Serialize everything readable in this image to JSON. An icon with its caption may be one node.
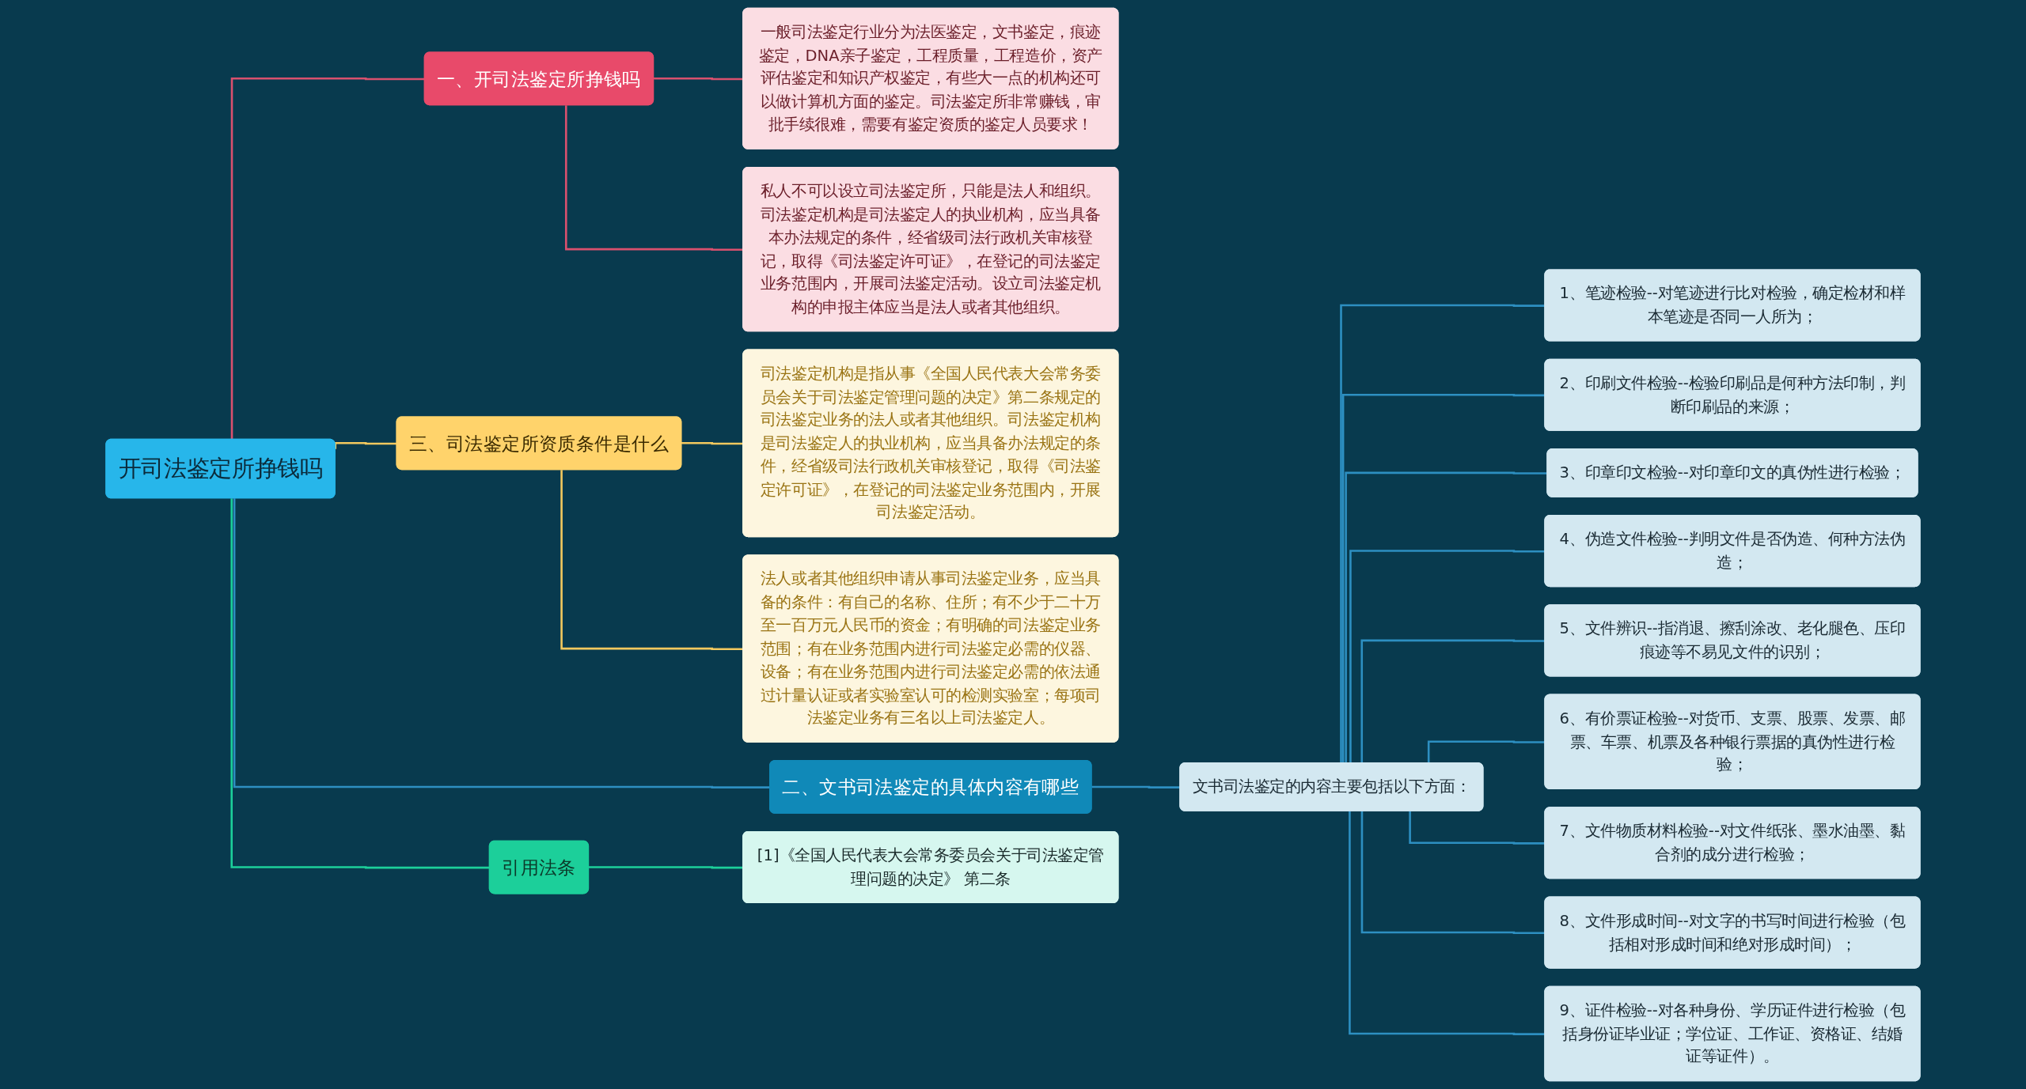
{
  "diagram": {
    "nodes": [
      {
        "text": [
          "开司法鉴定所挣钱吗"
        ]
      },
      {
        "text": [
          "一、开司法鉴定所挣钱吗"
        ]
      },
      {
        "text": [
          "一般司法鉴定行业分为法医鉴定，文书鉴定，痕迹鉴定，DNA亲子鉴定，工程质量，工程造价，资产评估鉴定和知识产权鉴定，有些大一点的机构还可以做计算机方面的鉴定。司法鉴定所非常赚钱，审批手续很难，需要有鉴定资质的鉴定人员要求！"
        ]
      },
      {
        "text": [
          "私人不可以设立司法鉴定所，只能是法人和组织。司法鉴定机构是司法鉴定人的执业机构，应当具备本办法规定的条件，经省级司法行政机关审核登记，取得《司法鉴定许可证》，在登记的司法鉴定业务范围内，开展司法鉴定活动。设立司法鉴定机构的申报主体应当是法人或者其他组织。"
        ]
      },
      {
        "text": [
          "三、司法鉴定所资质条件是什么"
        ]
      },
      {
        "text": [
          "司法鉴定机构是指从事《全国人民代表大会常务委员会关于司法鉴定管理问题的决定》第二条规定的司法鉴定业务的法人或者其他组织。司法鉴定机构是司法鉴定人的执业机构，应当具备办法规定的条件，经省级司法行政机关审核登记，取得《司法鉴定许可证》，在登记的司法鉴定业务范围内，开展司法鉴定活动。"
        ]
      },
      {
        "text": [
          "法人或者其他组织申请从事司法鉴定业务，应当具备的条件：有自己的名称、住所；有不少于二十万至一百万元人民币的资金；有明确的司法鉴定业务范围；有在业务范围内进行司法鉴定必需的仪器、设备；有在业务范围内进行司法鉴定必需的依法通过计量认证或者实验室认可的检测实验室；每项司法鉴定业务有三名以上司法鉴定人。"
        ]
      },
      {
        "text": [
          "二、文书司法鉴定的具体内容有哪些"
        ]
      },
      {
        "text": [
          "文书司法鉴定的内容主要包括以下方面："
        ]
      },
      {
        "text": [
          "1、笔迹检验--对笔迹进行比对检验，确定检材和样本笔迹是否同一人所为；"
        ]
      },
      {
        "text": [
          "2、印刷文件检验--检验印刷品是何种方法印制，判断印刷品的来源；"
        ]
      },
      {
        "text": [
          "3、印章印文检验--对印章印文的真伪性进行检验；"
        ]
      },
      {
        "text": [
          "4、伪造文件检验--判明文件是否伪造、何种方法伪造；"
        ]
      },
      {
        "text": [
          "5、文件辨识--指消退、擦刮涂改、老化腿色、压印痕迹等不易见文件的识别；"
        ]
      },
      {
        "text": [
          "6、有价票证检验--对货币、支票、股票、发票、邮票、车票、机票及各种银行票据的真伪性进行检验；"
        ]
      },
      {
        "text": [
          "7、文件物质材料检验--对文件纸张、墨水油墨、黏合剂的成分进行检验；"
        ]
      },
      {
        "text": [
          "8、文件形成时间--对文字的书写时间进行检验（包括相对形成时间和绝对形成时间）；"
        ]
      },
      {
        "text": [
          "9、证件检验--对各种身份、学历证件进行检验（包括身份证毕业证；学位证、工作证、资格证、结婚证等证件）。"
        ]
      },
      {
        "text": [
          "引用法条"
        ]
      },
      {
        "text": [
          "[1]《全国人民代表大会常务委员会关于司法鉴定管理问题的决定》 第二条"
        ]
      }
    ],
    "edges": [
      {
        "from": 0,
        "to": 1,
        "arrow": "none",
        "color": "#d9506e"
      },
      {
        "from": 1,
        "to": 2,
        "arrow": "none",
        "color": "#d9506e"
      },
      {
        "from": 1,
        "to": 3,
        "arrow": "none",
        "color": "#d9506e"
      },
      {
        "from": 0,
        "to": 4,
        "arrow": "none",
        "color": "#f2c85e"
      },
      {
        "from": 4,
        "to": 5,
        "arrow": "none",
        "color": "#f2c85e"
      },
      {
        "from": 4,
        "to": 6,
        "arrow": "none",
        "color": "#f2c85e"
      },
      {
        "from": 0,
        "to": 7,
        "arrow": "none"
      },
      {
        "from": 7,
        "to": 8,
        "arrow": "none"
      },
      {
        "from": 8,
        "to": 9,
        "arrow": "none"
      },
      {
        "from": 8,
        "to": 10,
        "arrow": "none"
      },
      {
        "from": 8,
        "to": 11,
        "arrow": "none"
      },
      {
        "from": 8,
        "to": 12,
        "arrow": "none"
      },
      {
        "from": 8,
        "to": 13,
        "arrow": "none"
      },
      {
        "from": 8,
        "to": 14,
        "arrow": "none"
      },
      {
        "from": 8,
        "to": 15,
        "arrow": "none"
      },
      {
        "from": 8,
        "to": 16,
        "arrow": "none"
      },
      {
        "from": 8,
        "to": 17,
        "arrow": "none"
      },
      {
        "from": 0,
        "to": 18,
        "arrow": "none",
        "color": "#1ccf9a"
      },
      {
        "from": 18,
        "to": 19,
        "arrow": "none",
        "color": "#1ccf9a"
      }
    ]
  }
}
